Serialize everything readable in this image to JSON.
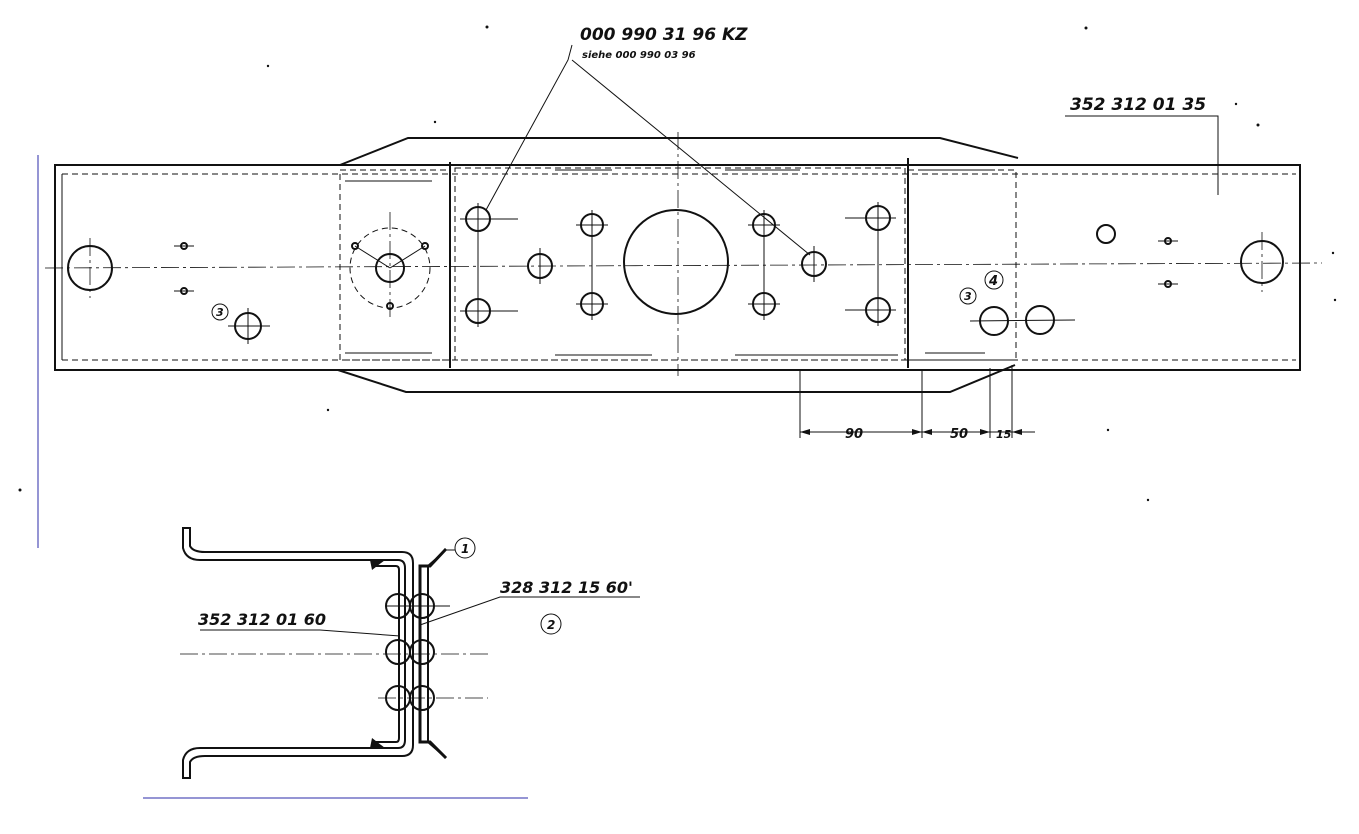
{
  "labels": {
    "part_top": "000 990 31 96 KZ",
    "part_top_sub": "siehe 000 990 03 96",
    "part_right": "352 312 01 35",
    "dim_90": "90",
    "dim_50": "50",
    "dim_15": "15",
    "section_part_a": "328 312 15 60'",
    "section_part_b": "352 312 01 60",
    "callout_1": "1",
    "callout_2": "2",
    "callout_3_left": "3",
    "callout_3_right": "3",
    "callout_4": "4"
  },
  "colors": {
    "ink": "#111111",
    "margin_line": "#2b2ba8",
    "paper": "#ffffff"
  }
}
